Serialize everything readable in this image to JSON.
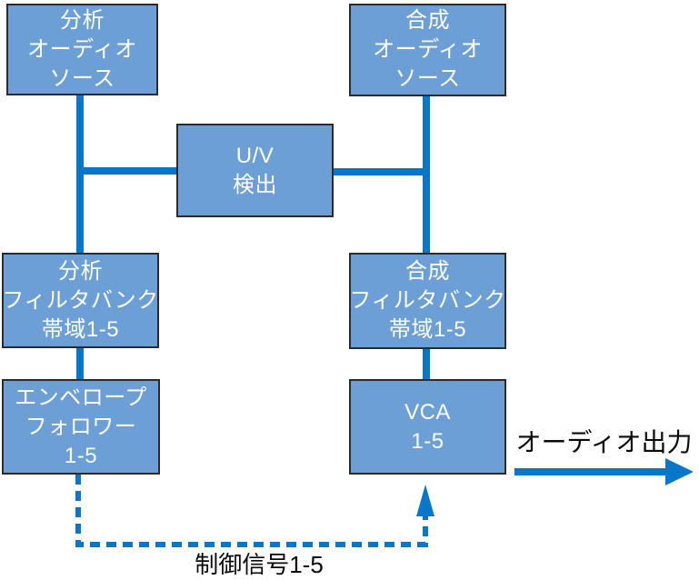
{
  "diagram": {
    "boxes": {
      "analysis_source": {
        "lines": [
          "分析",
          "オーディオ",
          "ソース"
        ]
      },
      "synthesis_source": {
        "lines": [
          "合成",
          "オーディオ",
          "ソース"
        ]
      },
      "uv_detection": {
        "lines": [
          "U/V",
          "検出"
        ]
      },
      "analysis_filterbank": {
        "lines": [
          "分析",
          "フィルタバンク",
          "帯域1-5"
        ]
      },
      "synthesis_filterbank": {
        "lines": [
          "合成",
          "フィルタバンク",
          "帯域1-5"
        ]
      },
      "envelope_follower": {
        "lines": [
          "エンベロープ",
          "フォロワー",
          "1-5"
        ]
      },
      "vca": {
        "lines": [
          "VCA",
          "1-5"
        ]
      }
    },
    "labels": {
      "audio_output": "オーディオ出力",
      "control_signal": "制御信号1-5"
    },
    "colors": {
      "box_fill": "#6C9FD5",
      "box_border": "#2B2B2B",
      "connector": "#0877C9",
      "box_text": "#FFFFFF",
      "label_text": "#0A0A0A",
      "page_bg": "#FFFFFF"
    }
  }
}
